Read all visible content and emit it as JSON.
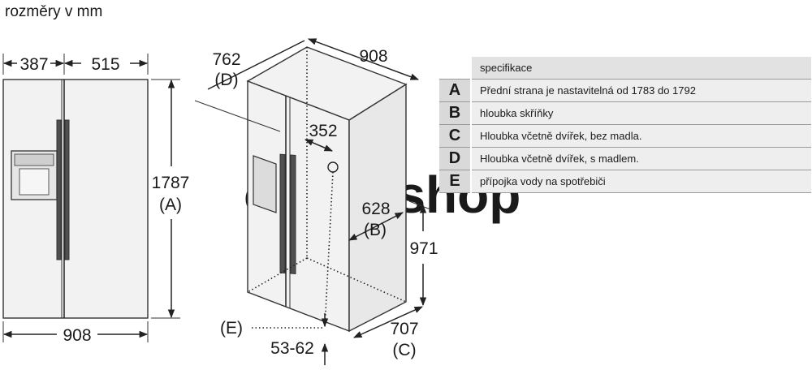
{
  "title": "rozměry v mm",
  "dimensions": {
    "front_left_width": "387",
    "front_right_width": "515",
    "total_height": "1787",
    "height_label": "(A)",
    "total_width_front": "908",
    "top_width": "908",
    "depth_handle": "762",
    "depth_handle_label": "(D)",
    "hinge_offset": "352",
    "cabinet_depth": "628",
    "cabinet_depth_label": "(B)",
    "water_height": "971",
    "depth_no_handle": "707",
    "depth_no_handle_label": "(C)",
    "water_offset": "53-62",
    "water_label": "(E)"
  },
  "table": {
    "header": "specifikace",
    "rows": [
      {
        "key": "A",
        "text": "Přední strana je nastavitelná od 1783 do 1792"
      },
      {
        "key": "B",
        "text": "hloubka skříňky"
      },
      {
        "key": "C",
        "text": "Hloubka včetně dvířek, bez madla."
      },
      {
        "key": "D",
        "text": "Hloubka včetně dvířek, s madlem."
      },
      {
        "key": "E",
        "text": "přípojka vody na spotřebiči"
      }
    ]
  },
  "watermark": "onlineshop"
}
